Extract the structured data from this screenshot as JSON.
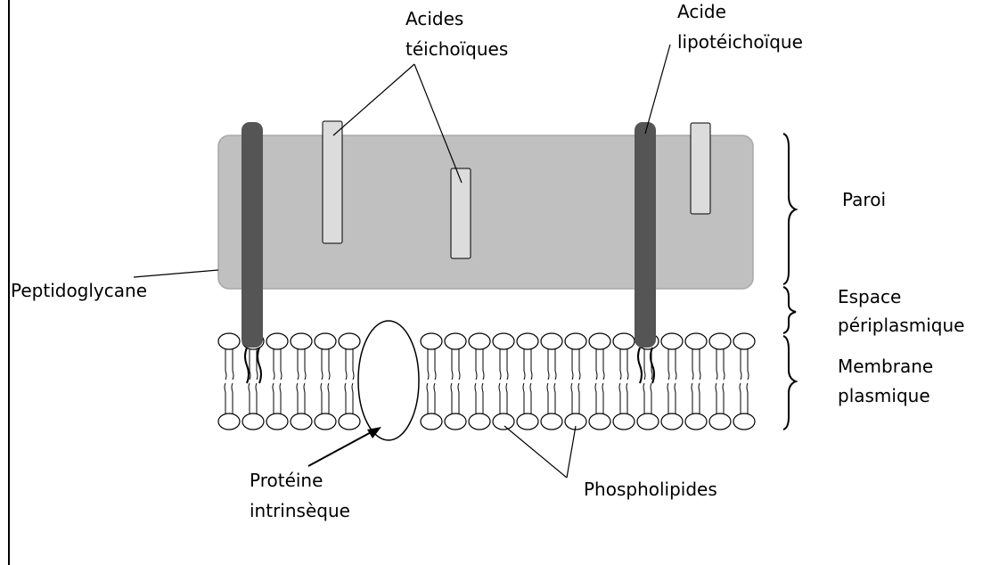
{
  "labels": {
    "teichoic_1": "Acides",
    "teichoic_2": "téichoïques",
    "lipoteichoic_1": "Acide",
    "lipoteichoic_2": "lipotéichoïque",
    "wall": "Paroi",
    "peptidoglycan": "Peptidoglycane",
    "periplasm_1": "Espace",
    "periplasm_2": "périplasmique",
    "membrane_1": "Membrane",
    "membrane_2": "plasmique",
    "protein_1": "Protéine",
    "protein_2": "intrinsèque",
    "phospholipids": "Phospholipides"
  },
  "colors": {
    "wall_fill": "#c0c0c0",
    "wall_stroke": "#a8a8a8",
    "lipoteichoic_fill": "#555555",
    "teichoic_fill": "#dcdcdc",
    "line": "#000000"
  }
}
